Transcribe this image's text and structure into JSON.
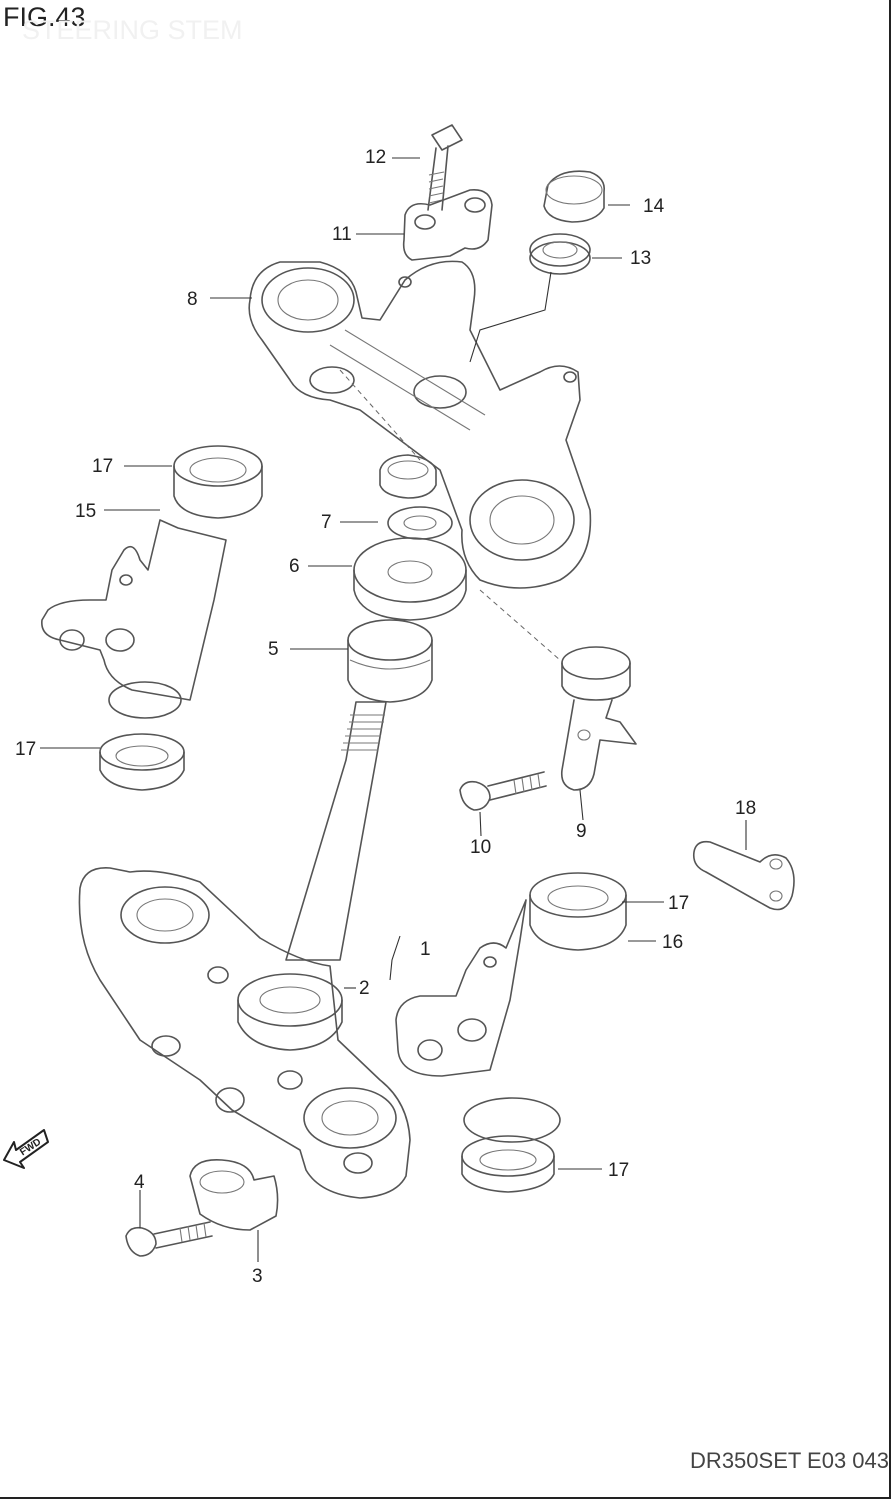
{
  "figure": {
    "title": "FIG.43",
    "subtitle": "STEERING STEM",
    "footer_code": "DR350SET E03 043"
  },
  "fwd_marker": {
    "label": "FWD",
    "icon": "forward-arrow-icon"
  },
  "callouts": [
    {
      "number": "1",
      "part": "steering-stem-lower"
    },
    {
      "number": "2",
      "part": "dust-seal-lower"
    },
    {
      "number": "3",
      "part": "clamp"
    },
    {
      "number": "4",
      "part": "bolt"
    },
    {
      "number": "5",
      "part": "bearing"
    },
    {
      "number": "6",
      "part": "bearing-race"
    },
    {
      "number": "7",
      "part": "nut"
    },
    {
      "number": "8",
      "part": "upper-bracket"
    },
    {
      "number": "9",
      "part": "bracket"
    },
    {
      "number": "10",
      "part": "bolt"
    },
    {
      "number": "11",
      "part": "handlebar-holder"
    },
    {
      "number": "12",
      "part": "bolt"
    },
    {
      "number": "13",
      "part": "washer"
    },
    {
      "number": "14",
      "part": "nut"
    },
    {
      "number": "15",
      "part": "lamp-bracket-left"
    },
    {
      "number": "16",
      "part": "lamp-bracket-right"
    },
    {
      "number": "17",
      "part": "cushion"
    },
    {
      "number": "18",
      "part": "stopper"
    }
  ]
}
